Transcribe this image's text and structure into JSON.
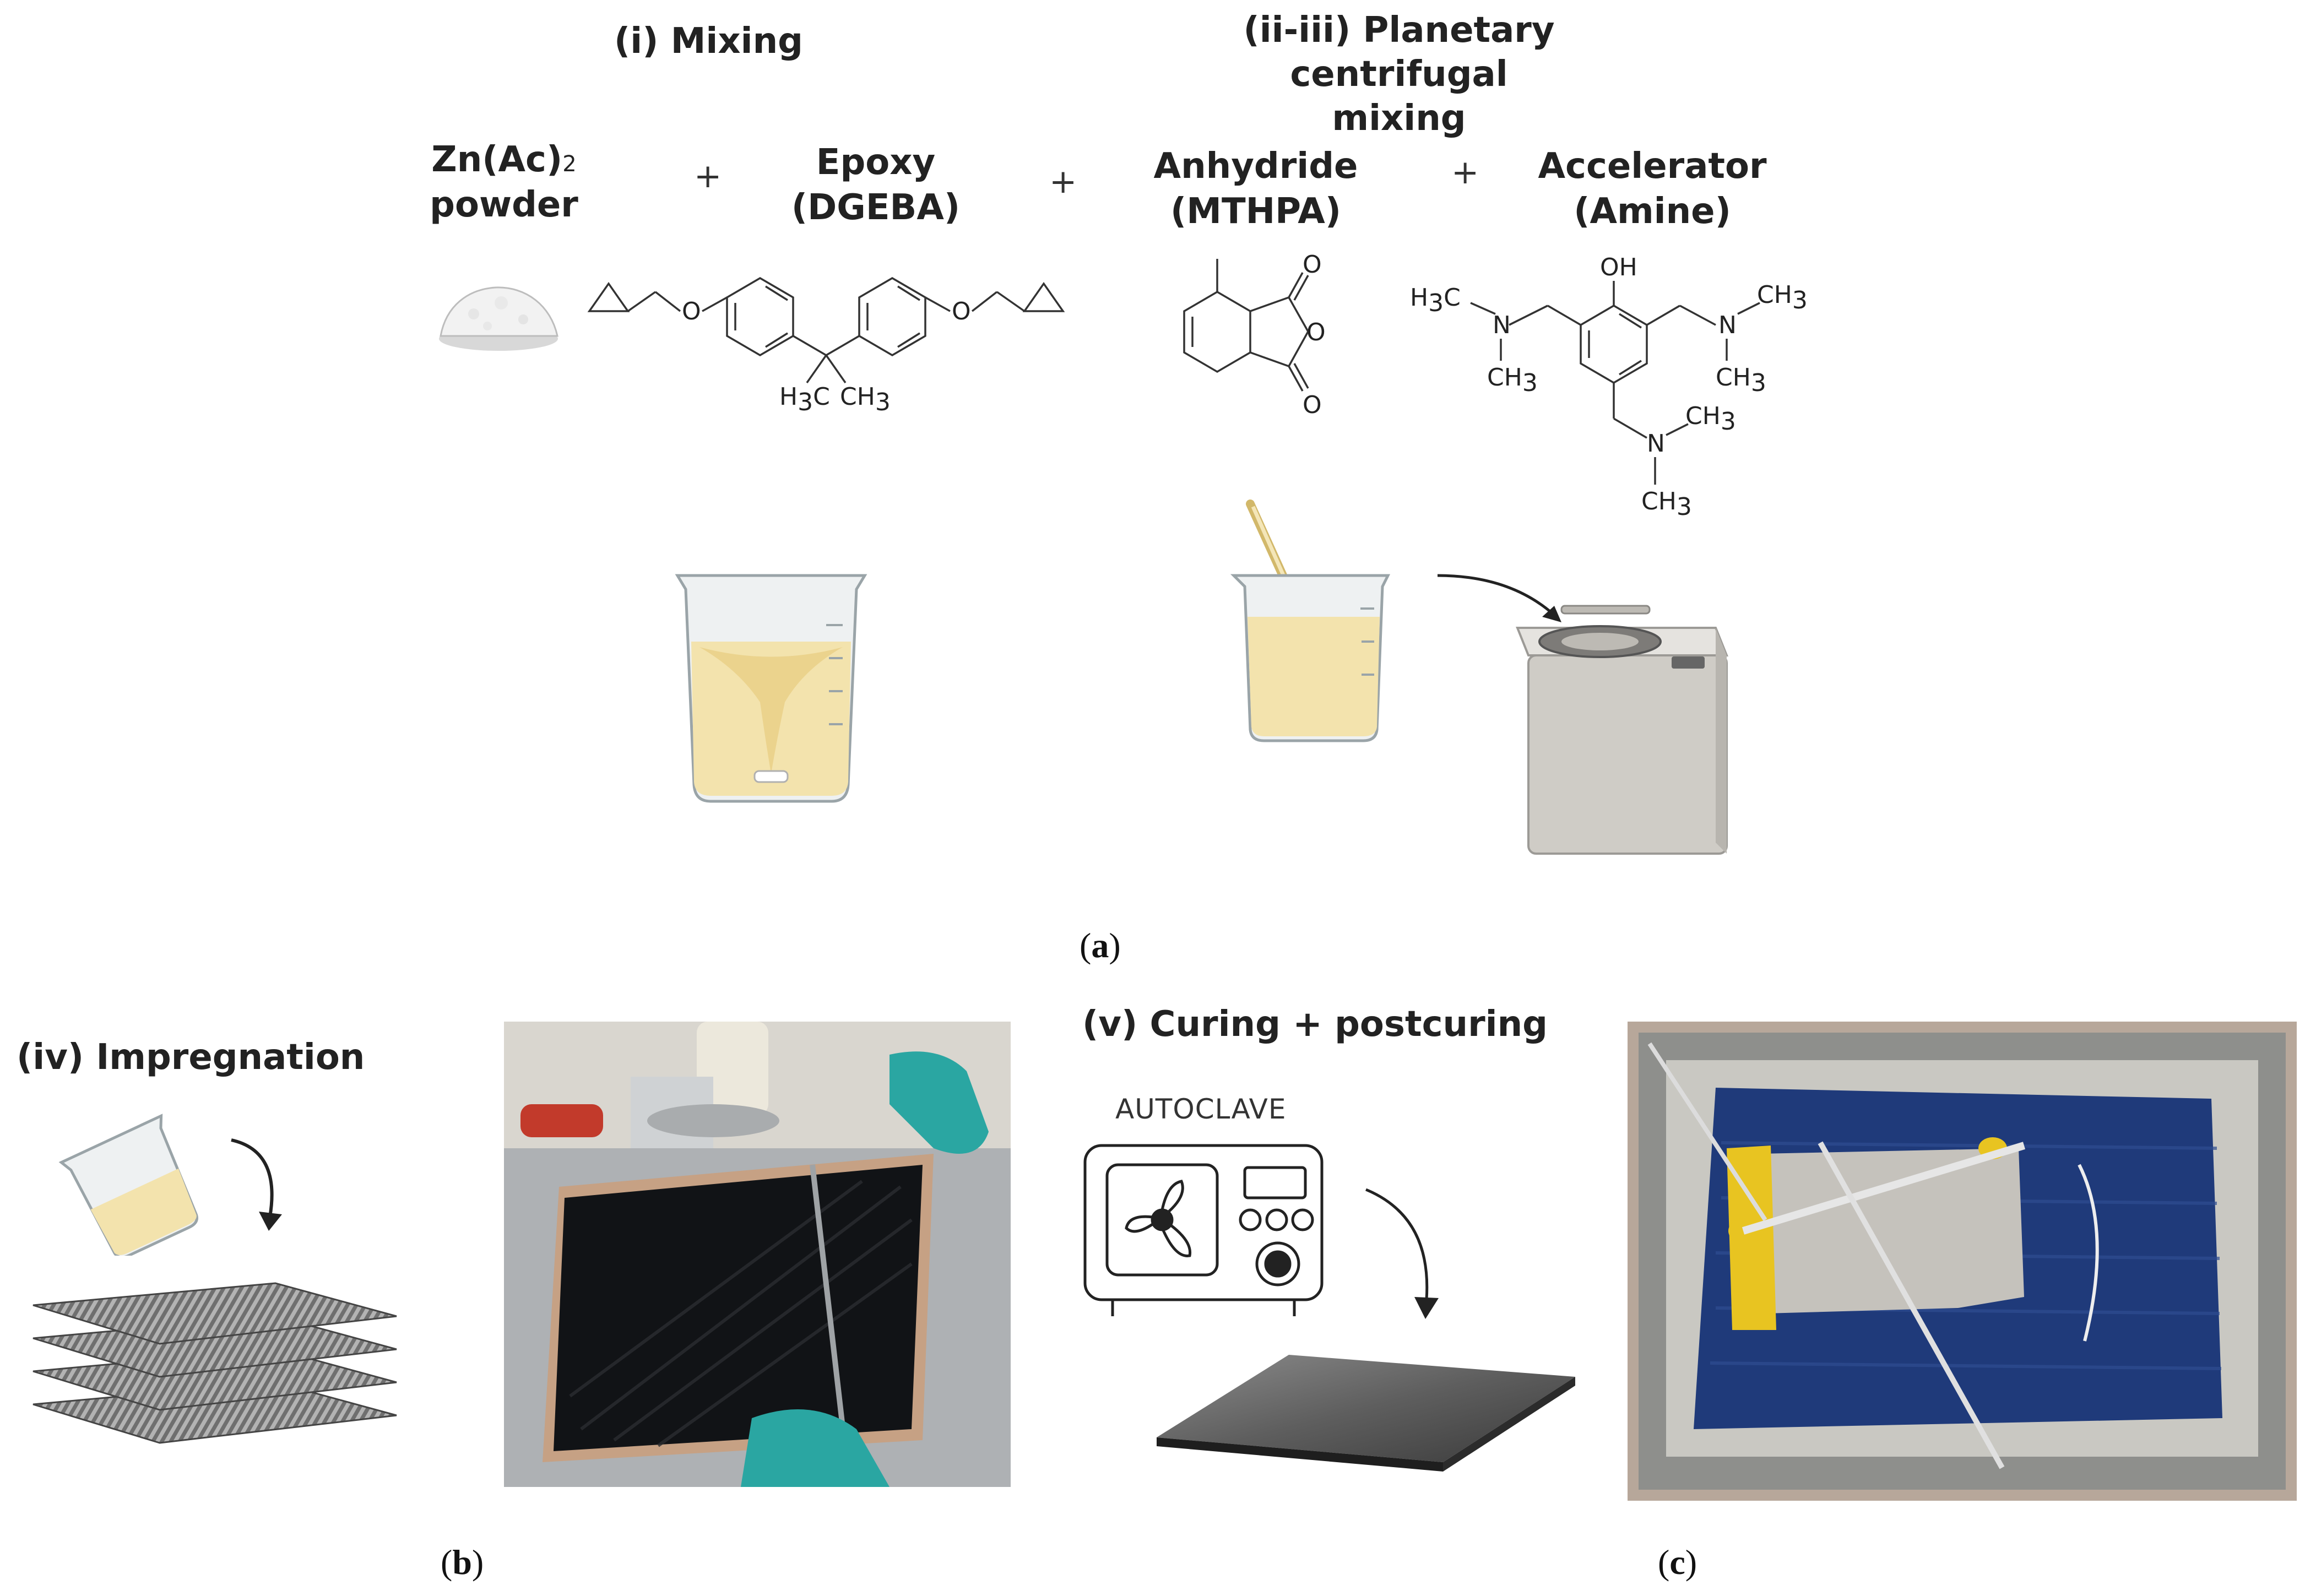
{
  "panel_a": {
    "step_mixing": "(i) Mixing",
    "step_planetary_line1": "(ii-iii) Planetary centrifugal",
    "step_planetary_line2": "mixing",
    "reagents": {
      "zn_line1": "Zn(Ac)",
      "zn_subscript": "2",
      "zn_line2": "powder",
      "epoxy_line1": "Epoxy",
      "epoxy_line2": "(DGEBA)",
      "anhydride_line1": "Anhydride",
      "anhydride_line2": "(MTHPA)",
      "accelerator_line1": "Accelerator",
      "accelerator_line2": "(Amine)"
    },
    "plus": "+",
    "dgeba_labels": {
      "h3c": "H",
      "sub3a": "3",
      "c1": "C",
      "ch": "CH",
      "sub3b": "3"
    },
    "mthpa_labels": {
      "o1": "O",
      "o2": "O",
      "o3": "O"
    },
    "amine_labels": {
      "oh": "OH",
      "h3c": "H",
      "h3c_sub": "3",
      "h3c_c": "C",
      "n1": "N",
      "n2": "N",
      "n3": "N",
      "ch": "CH",
      "sub": "3"
    },
    "label_a": "a"
  },
  "panel_b": {
    "step_impregnation": "(iv) Impregnation",
    "label_b": "b"
  },
  "panel_c": {
    "step_curing": "(v) Curing + postcuring",
    "autoclave": "AUTOCLAVE",
    "label_c": "c"
  },
  "colors": {
    "resin": "#f3e3ad",
    "resin_dark": "#e2c77a",
    "mixer_gray": "#c9c6c0",
    "glove": "#2aa6a2",
    "bag_blue": "#1f3a7a",
    "tape_yellow": "#e8c421"
  }
}
